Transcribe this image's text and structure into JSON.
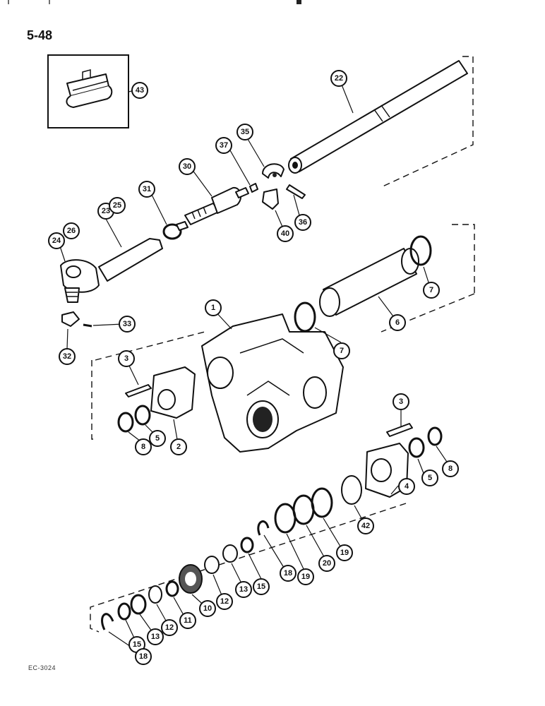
{
  "page": {
    "number": "5-48",
    "code": "EC-3024"
  },
  "callouts": [
    "1",
    "2",
    "3",
    "4",
    "5",
    "6",
    "7",
    "8",
    "10",
    "11",
    "12",
    "13",
    "15",
    "18",
    "19",
    "20",
    "22",
    "23",
    "24",
    "25",
    "26",
    "30",
    "31",
    "32",
    "33",
    "35",
    "36",
    "37",
    "40",
    "42",
    "43"
  ]
}
